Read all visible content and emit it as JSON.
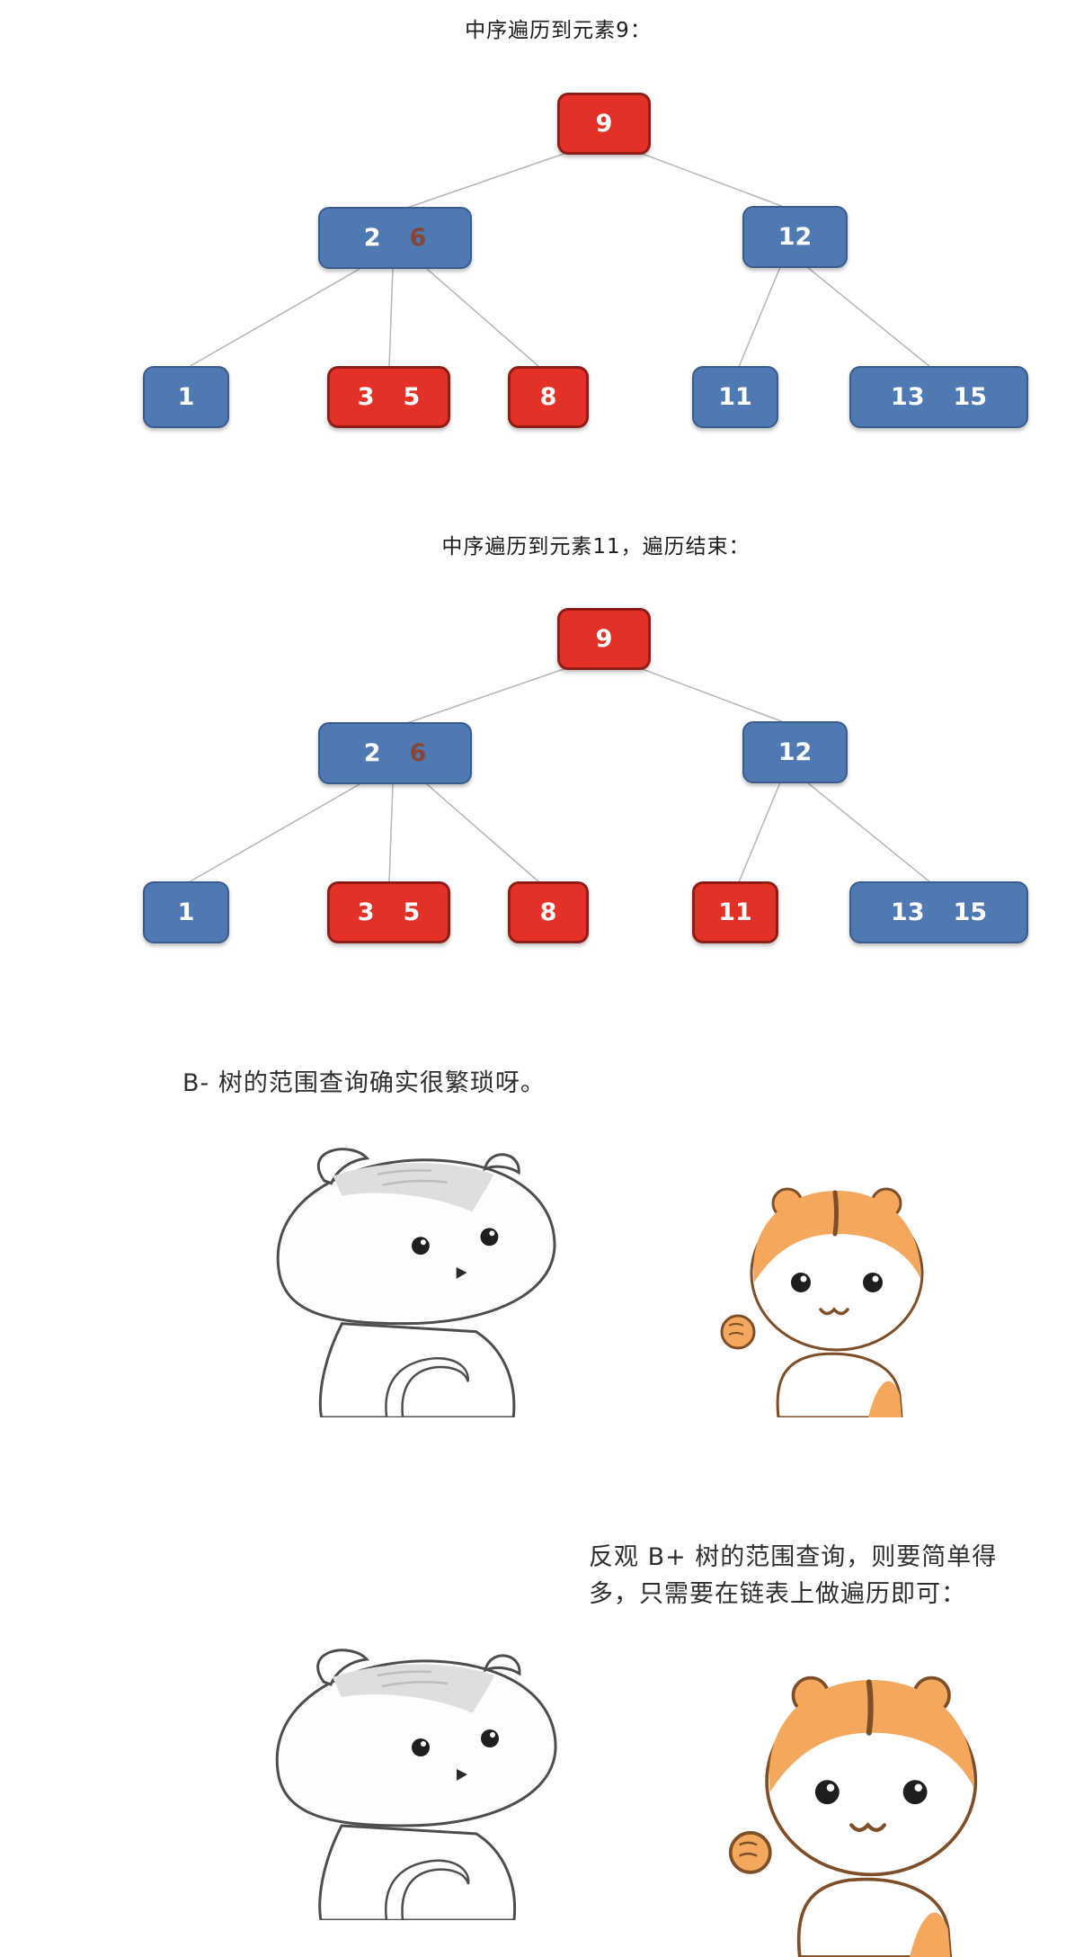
{
  "colors": {
    "node_red": "#e33127",
    "node_blue": "#4e79b2",
    "key_highlight": "#8a4435",
    "edge_line": "#b5b5b5",
    "text": "#1c1c1c"
  },
  "captions": {
    "title1": "中序遍历到元素9：",
    "title2": "中序遍历到元素11，遍历结束："
  },
  "tree1": {
    "root": {
      "keys": [
        "9"
      ],
      "color": "red",
      "key_states": [
        "normal"
      ]
    },
    "n26": {
      "keys": [
        "2",
        "6"
      ],
      "color": "blue",
      "key_states": [
        "normal",
        "hl"
      ]
    },
    "n12": {
      "keys": [
        "12"
      ],
      "color": "blue",
      "key_states": [
        "normal"
      ]
    },
    "leaf1": {
      "keys": [
        "1"
      ],
      "color": "blue",
      "key_states": [
        "normal"
      ]
    },
    "leaf35": {
      "keys": [
        "3",
        "5"
      ],
      "color": "red",
      "key_states": [
        "normal",
        "normal"
      ]
    },
    "leaf8": {
      "keys": [
        "8"
      ],
      "color": "red",
      "key_states": [
        "normal"
      ]
    },
    "leaf11": {
      "keys": [
        "11"
      ],
      "color": "blue",
      "key_states": [
        "normal"
      ]
    },
    "leaf1315": {
      "keys": [
        "13",
        "15"
      ],
      "color": "blue",
      "key_states": [
        "normal",
        "normal"
      ]
    }
  },
  "tree2": {
    "root": {
      "keys": [
        "9"
      ],
      "color": "red",
      "key_states": [
        "normal"
      ]
    },
    "n26": {
      "keys": [
        "2",
        "6"
      ],
      "color": "blue",
      "key_states": [
        "normal",
        "hl"
      ]
    },
    "n12": {
      "keys": [
        "12"
      ],
      "color": "blue",
      "key_states": [
        "normal"
      ]
    },
    "leaf1": {
      "keys": [
        "1"
      ],
      "color": "blue",
      "key_states": [
        "normal"
      ]
    },
    "leaf35": {
      "keys": [
        "3",
        "5"
      ],
      "color": "red",
      "key_states": [
        "normal",
        "normal"
      ]
    },
    "leaf8": {
      "keys": [
        "8"
      ],
      "color": "red",
      "key_states": [
        "normal"
      ]
    },
    "leaf11": {
      "keys": [
        "11"
      ],
      "color": "red",
      "key_states": [
        "normal"
      ]
    },
    "leaf1315": {
      "keys": [
        "13",
        "15"
      ],
      "color": "blue",
      "key_states": [
        "normal",
        "normal"
      ]
    }
  },
  "comic": {
    "panel1_text": "B- 树的范围查询确实很繁琐呀。",
    "panel2_line1": "反观 B+ 树的范围查询，则要简单得",
    "panel2_line2": "多，只需要在链表上做遍历即可："
  }
}
